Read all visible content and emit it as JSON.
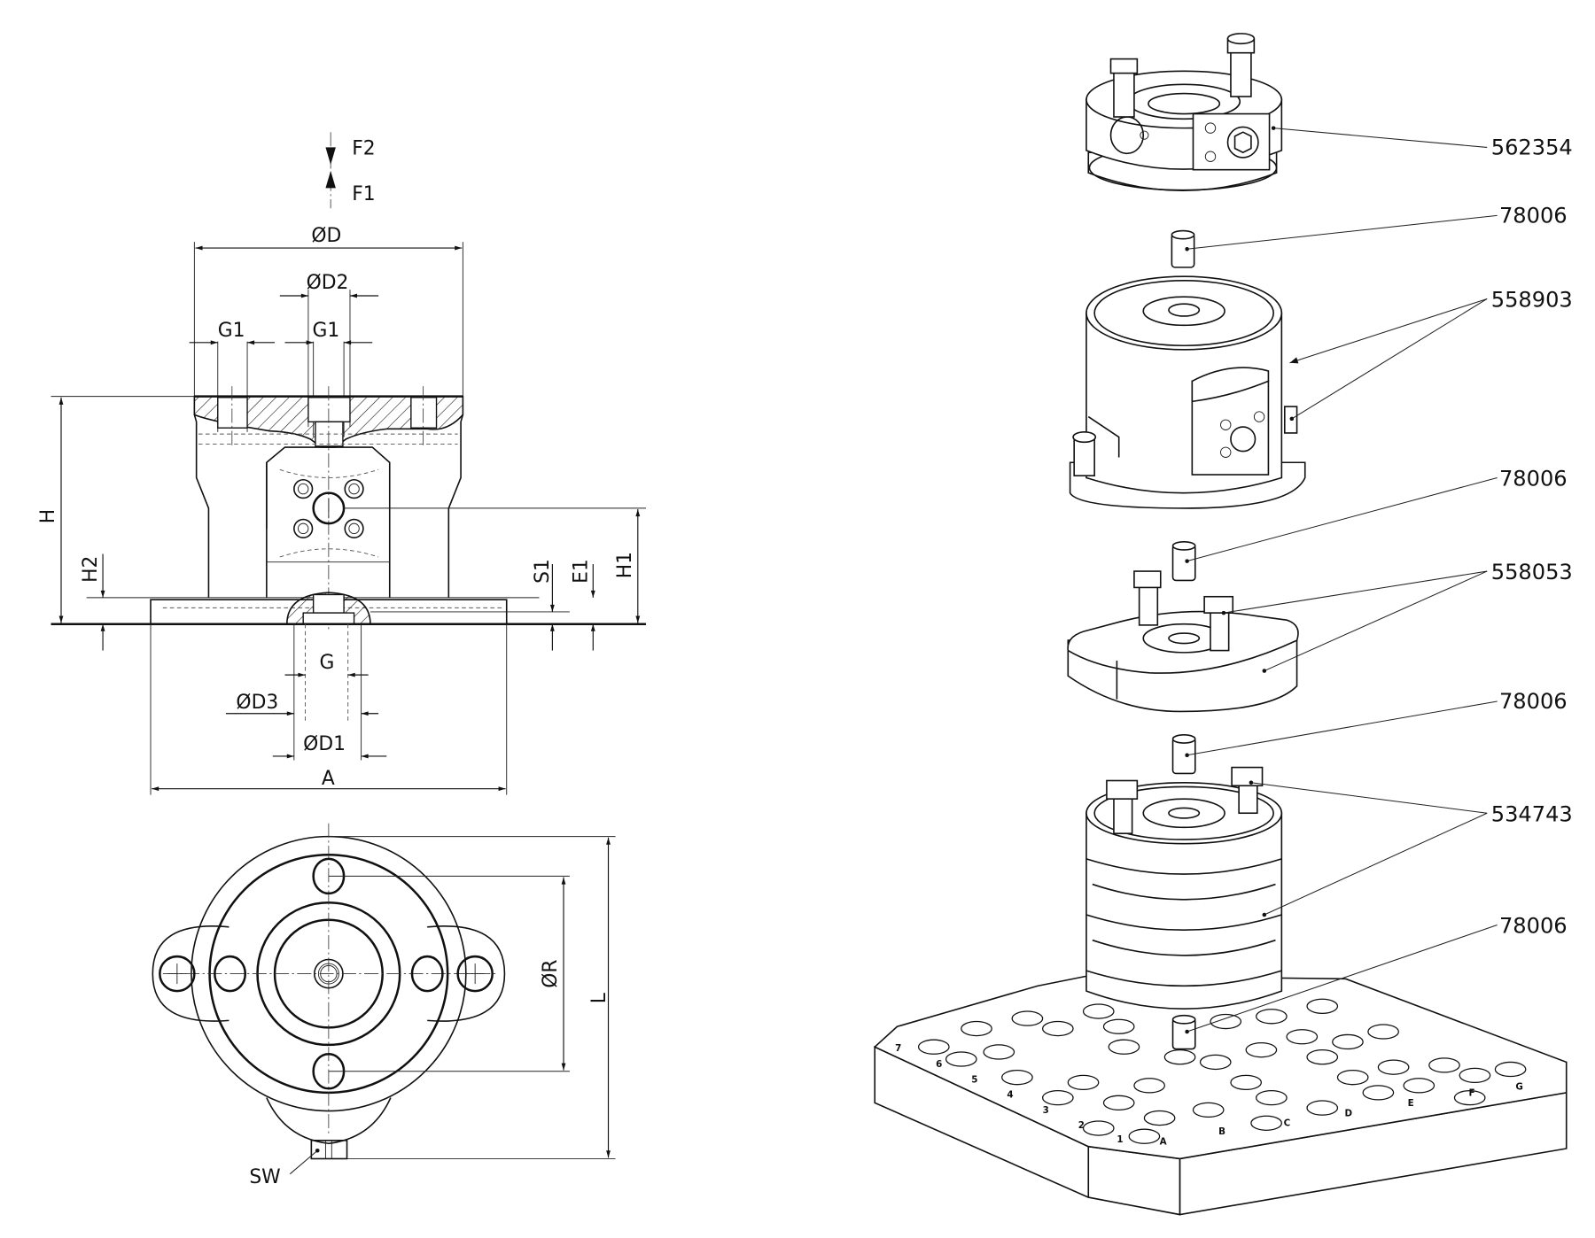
{
  "drawing": {
    "type": "technical-drawing",
    "views": [
      "front-section",
      "bottom",
      "exploded-isometric"
    ]
  },
  "front_view": {
    "force_labels": {
      "down": "F2",
      "up": "F1"
    },
    "dimensions": {
      "outer_diameter": "ØD",
      "center_diameter": "ØD2",
      "thread_left": "G1",
      "thread_center": "G1",
      "height": "H",
      "base_height": "H2",
      "s1": "S1",
      "e1": "E1",
      "port_height": "H1",
      "thread_bottom": "G",
      "diameter_d3": "ØD3",
      "diameter_d1": "ØD1",
      "width": "A"
    }
  },
  "bottom_view": {
    "dimensions": {
      "bolt_circle": "ØR",
      "length": "L",
      "wrench_size": "SW"
    }
  },
  "exploded_view": {
    "callouts": [
      {
        "part": "562354"
      },
      {
        "part": "78006"
      },
      {
        "part": "558903"
      },
      {
        "part": "78006"
      },
      {
        "part": "558053"
      },
      {
        "part": "78006"
      },
      {
        "part": "534743"
      },
      {
        "part": "78006"
      }
    ],
    "plate_row_labels": [
      "7",
      "6",
      "5",
      "4",
      "3",
      "2",
      "1"
    ],
    "plate_col_labels": [
      "A",
      "B",
      "C",
      "D",
      "E",
      "F",
      "G"
    ]
  }
}
